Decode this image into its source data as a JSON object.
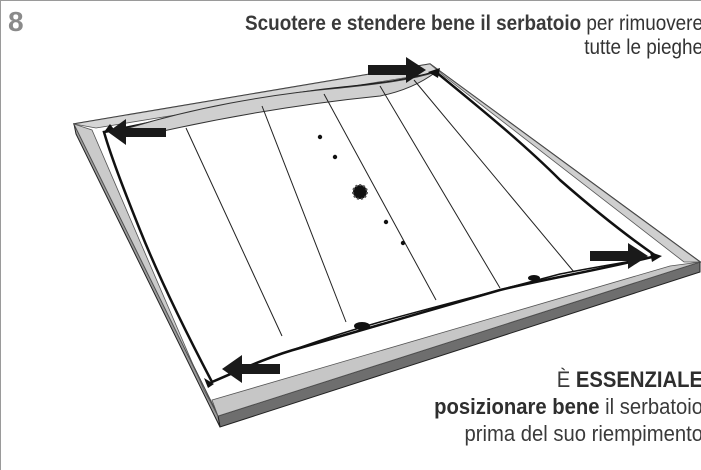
{
  "step": {
    "number": "8"
  },
  "headline": {
    "bold": "Scuotere e stendere bene il serbatoio",
    "line1_rest": " per rimuovere",
    "line2": "tutte le pieghe"
  },
  "note": {
    "prefix": "È ",
    "emphasis": "ESSENZIALE",
    "bold": "posizionare bene",
    "line2_rest": " il serbatoio",
    "line3": "prima del suo riempimento"
  },
  "colors": {
    "text": "#333333",
    "step_number": "#8a8a8a",
    "frame_shadow": "#6e6e6e",
    "frame_mid": "#bdbdbd",
    "arrow": "#1a1a1a"
  }
}
